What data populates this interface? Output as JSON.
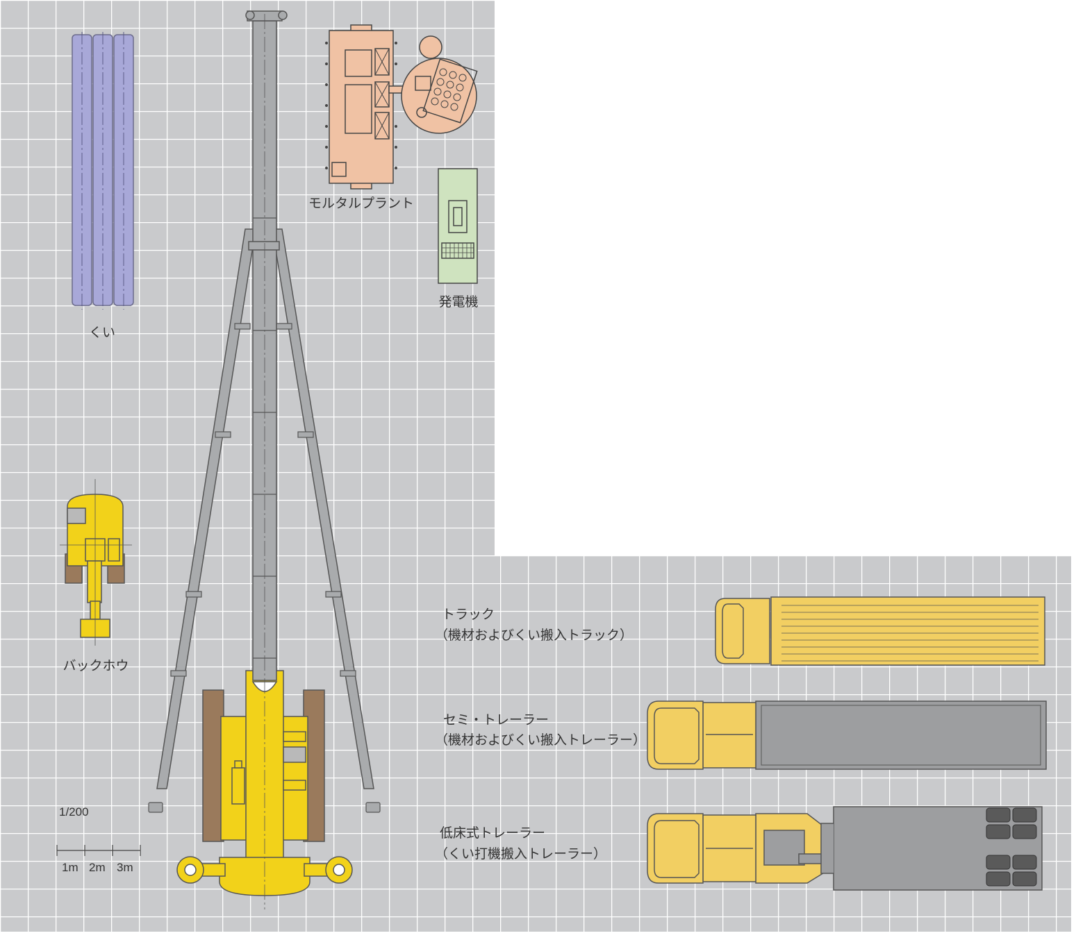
{
  "equipment": {
    "piles": "くい",
    "mortar_plant": "モルタルプラント",
    "generator": "発電機",
    "backhoe": "バックホウ",
    "truck": {
      "name": "トラック",
      "note": "（機材およびくい搬入トラック）"
    },
    "semi_trailer": {
      "name": "セミ・トレーラー",
      "note": "（機材およびくい搬入トレーラー）"
    },
    "lowbed_trailer": {
      "name": "低床式トレーラー",
      "note": "（くい打機搬入トレーラー）"
    }
  },
  "scale": {
    "ratio": "1/200",
    "ticks": [
      "1m",
      "2m",
      "3m"
    ]
  },
  "colors": {
    "grid_bg": "#c9cacc",
    "grid_line": "#ffffff",
    "pile": "#a8a8d8",
    "mortar": "#f0c2a4",
    "generator": "#cfe3bf",
    "machine_yellow": "#f2d21a",
    "track_brown": "#9a7a5c",
    "steel_gray": "#a9abad",
    "truck_body": "#f2cf62",
    "trailer_deck": "#9d9ea0"
  }
}
